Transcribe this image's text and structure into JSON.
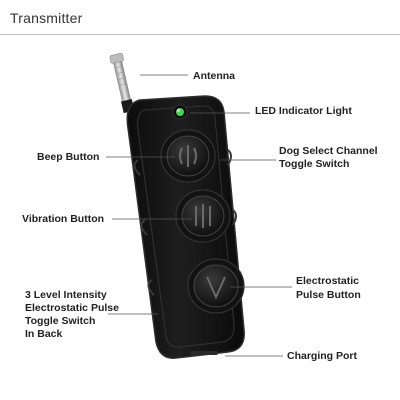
{
  "header": {
    "title": "Transmitter"
  },
  "labels": {
    "antenna": "Antenna",
    "led": "LED Indicator Light",
    "beep": "Beep Button",
    "dog_select_1": "Dog Select Channel",
    "dog_select_2": "Toggle Switch",
    "vibration": "Vibration Button",
    "electrostatic_1": "Electrostatic",
    "electrostatic_2": "Pulse Button",
    "intensity_1": "3 Level Intensity",
    "intensity_2": "Electrostatic Pulse",
    "intensity_3": "Toggle Switch",
    "intensity_4": "In Back",
    "charging": "Charging Port"
  },
  "colors": {
    "body": "#141414",
    "edge": "#3a3a3a",
    "led": "#3fd65a",
    "leader": "#555555"
  }
}
